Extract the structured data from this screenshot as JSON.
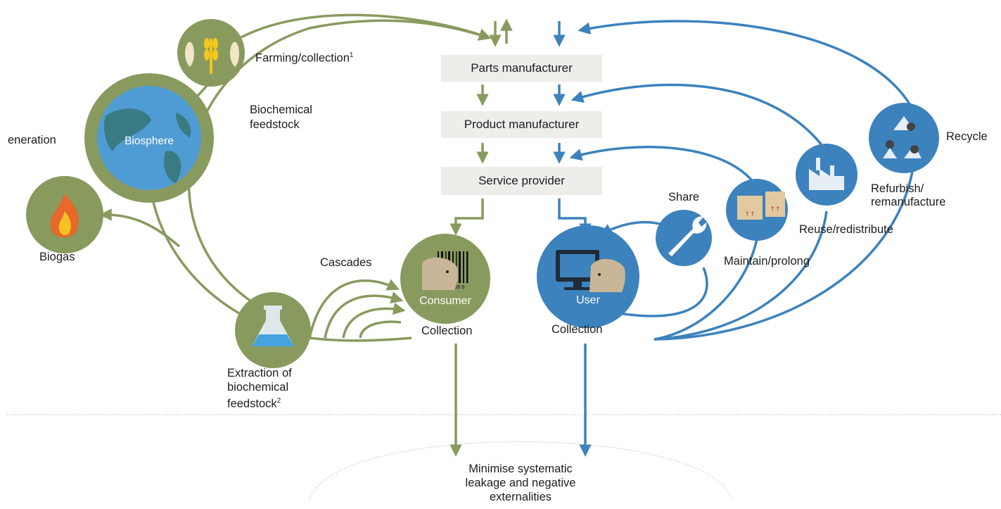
{
  "colors": {
    "green": "#899a5e",
    "blue": "#3c82bd",
    "box": "#efedea",
    "globe_water": "#4f9bd3",
    "land": "#3a7a82"
  },
  "boxes": {
    "parts": "Parts manufacturer",
    "product": "Product manufacturer",
    "service": "Service provider"
  },
  "left": {
    "farming": "Farming/collection",
    "farming_sup": "1",
    "biochemical_line1": "Biochemical",
    "biochemical_line2": "feedstock",
    "regeneration": "eneration",
    "biosphere": "Biosphere",
    "biogas": "Biogas",
    "cascades": "Cascades",
    "extraction_line1": "Extraction of",
    "extraction_line2": "biochemical",
    "extraction_line3": "feedstock",
    "extraction_sup": "2",
    "consumer": "Consumer",
    "collection_left": "Collection",
    "barcode_digits": "3° 0006 9"
  },
  "right": {
    "recycle": "Recycle",
    "refurbish_line1": "Refurbish/",
    "refurbish_line2": "remanufacture",
    "reuse": "Reuse/redistribute",
    "share": "Share",
    "maintain": "Maintain/prolong",
    "user": "User",
    "collection_right": "Collection"
  },
  "bottom": {
    "line1": "Minimise systematic",
    "line2": "leakage and negative",
    "line3": "externalities"
  },
  "icons": [
    "wheat-fish-icon",
    "globe-icon",
    "flame-icon",
    "flask-icon",
    "consumer-barcode-icon",
    "user-computer-icon",
    "wrench-icon",
    "boxes-icon",
    "factory-icon",
    "recycle-icon"
  ]
}
